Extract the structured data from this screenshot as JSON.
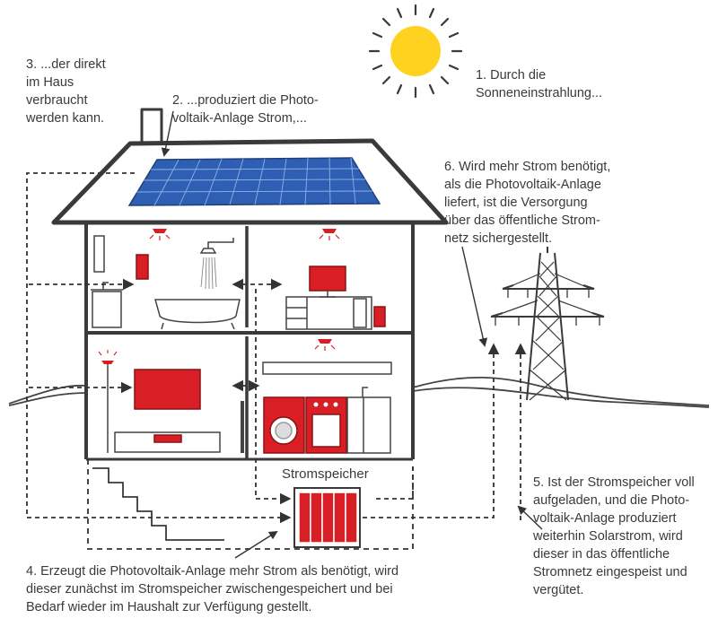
{
  "captions": {
    "step1": "1. Durch die\nSonneneinstrahlung...",
    "step2": "2. ...produziert die Photo-\nvoltaik-Anlage Strom,...",
    "step3": "3. ...der direkt\nim Haus\nverbraucht\nwerden kann.",
    "step4": "4. Erzeugt die Photovoltaik-Anlage mehr Strom als benötigt, wird\ndieser zunächst im Stromspeicher zwischengespeichert und bei\nBedarf wieder im Haushalt zur Verfügung gestellt.",
    "step5": "5. Ist der Stromspeicher voll\naufgeladen, und die Photo-\nvoltaik-Anlage produziert\nweiterhin Solarstrom, wird\ndieser in das öffentliche\nStromnetz eingespeist und\nvergütet.",
    "step6": "6. Wird mehr Strom benötigt,\nals die Photovoltaik-Anlage\nliefert, ist die Versorgung\nüber das öffentliche Strom-\nnetz sichergestellt."
  },
  "storage_label": "Stromspeicher",
  "colors": {
    "sun": "#ffd21f",
    "sun_rays": "#3a3a3a",
    "panel": "#2f5fb3",
    "appliance_red": "#d81f26",
    "line": "#3a3a3a",
    "text": "#3a3a3a"
  },
  "icons": [
    "sun-icon",
    "solar-panel-icon",
    "power-pylon-icon",
    "battery-storage-icon",
    "bathtub-icon",
    "shower-icon",
    "tv-icon",
    "washing-machine-icon",
    "stove-icon",
    "computer-monitor-icon",
    "ceiling-lamp-icon",
    "stairs-icon"
  ]
}
